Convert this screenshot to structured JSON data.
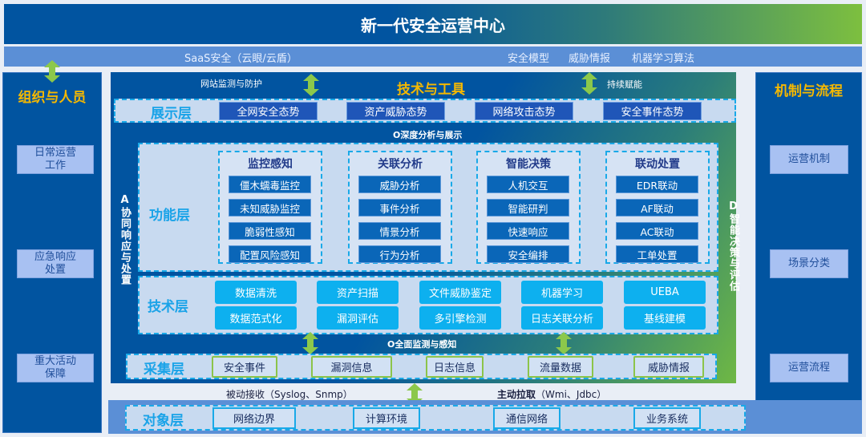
{
  "title": "新一代安全运营中心",
  "saas": {
    "left": "SaaS安全（云眼/云盾）",
    "right": [
      "安全模型",
      "威胁情报",
      "机器学习算法"
    ]
  },
  "left_panel": {
    "title": "组织与人员",
    "items": [
      "日常运营工作",
      "应急响应处置",
      "重大活动保障"
    ]
  },
  "right_panel": {
    "title": "机制与流程",
    "items": [
      "运营机制",
      "场景分类",
      "运营流程"
    ]
  },
  "middle": {
    "title": "技术与工具",
    "top_left_label": "网站监测与防护",
    "top_right_label": "持续赋能",
    "side_left": "A协同响应与处置",
    "side_right": "D智能决策与评估",
    "display_layer": {
      "label": "展示层",
      "items": [
        "全网安全态势",
        "资产威胁态势",
        "网络攻击态势",
        "安全事件态势"
      ]
    },
    "deep_analysis": "O深度分析与展示",
    "function_layer": {
      "label": "功能层",
      "groups": [
        {
          "title": "监控感知",
          "items": [
            "僵木蠕毒监控",
            "未知威胁监控",
            "脆弱性感知",
            "配置风险感知"
          ]
        },
        {
          "title": "关联分析",
          "items": [
            "威胁分析",
            "事件分析",
            "情景分析",
            "行为分析"
          ]
        },
        {
          "title": "智能决策",
          "items": [
            "人机交互",
            "智能研判",
            "快速响应",
            "安全编排"
          ]
        },
        {
          "title": "联动处置",
          "items": [
            "EDR联动",
            "AF联动",
            "AC联动",
            "工单处置"
          ]
        }
      ]
    },
    "tech_layer": {
      "label": "技术层",
      "rows": [
        [
          "数据清洗",
          "资产扫描",
          "文件威胁鉴定",
          "机器学习",
          "UEBA"
        ],
        [
          "数据范式化",
          "漏洞评估",
          "多引擎检测",
          "日志关联分析",
          "基线建模"
        ]
      ]
    },
    "full_monitor": "O全面监测与感知",
    "collect_layer": {
      "label": "采集层",
      "items": [
        "安全事件",
        "漏洞信息",
        "日志信息",
        "流量数据",
        "威胁情报"
      ]
    }
  },
  "passive": "被动接收（Syslog、Snmp）",
  "active_bold": "主动拉取",
  "active_rest": "（Wmi、Jdbc）",
  "object_layer": {
    "label": "对象层",
    "items": [
      "网络边界",
      "计算环境",
      "通信网络",
      "业务系统"
    ]
  },
  "colors": {
    "navy": "#0154a0",
    "green": "#7dbf3f",
    "yellow": "#f5b800",
    "cyan": "#0db0ef"
  }
}
